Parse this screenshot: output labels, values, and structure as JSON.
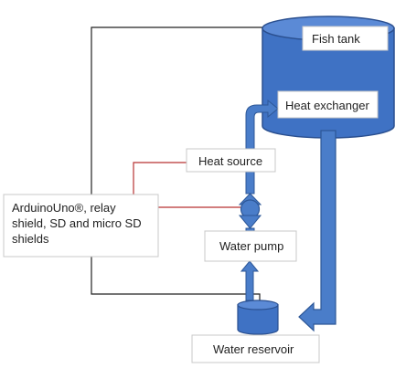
{
  "labels": {
    "fish_tank": "Fish tank",
    "heat_exchanger": "Heat exchanger",
    "heat_source": "Heat source",
    "controller_line1": "ArduinoUno®, relay",
    "controller_line2": "shield, SD and micro SD",
    "controller_line3": "shields",
    "water_pump": "Water pump",
    "water_reservoir": "Water reservoir"
  },
  "colors": {
    "tank_fill": "#3f72c4",
    "tank_stroke": "#2a4f8f",
    "pipe_fill": "#4a7dc9",
    "pipe_stroke": "#2d5797",
    "wire_black": "#222222",
    "wire_red": "#b83232",
    "box_stroke": "#c8c8c8"
  }
}
